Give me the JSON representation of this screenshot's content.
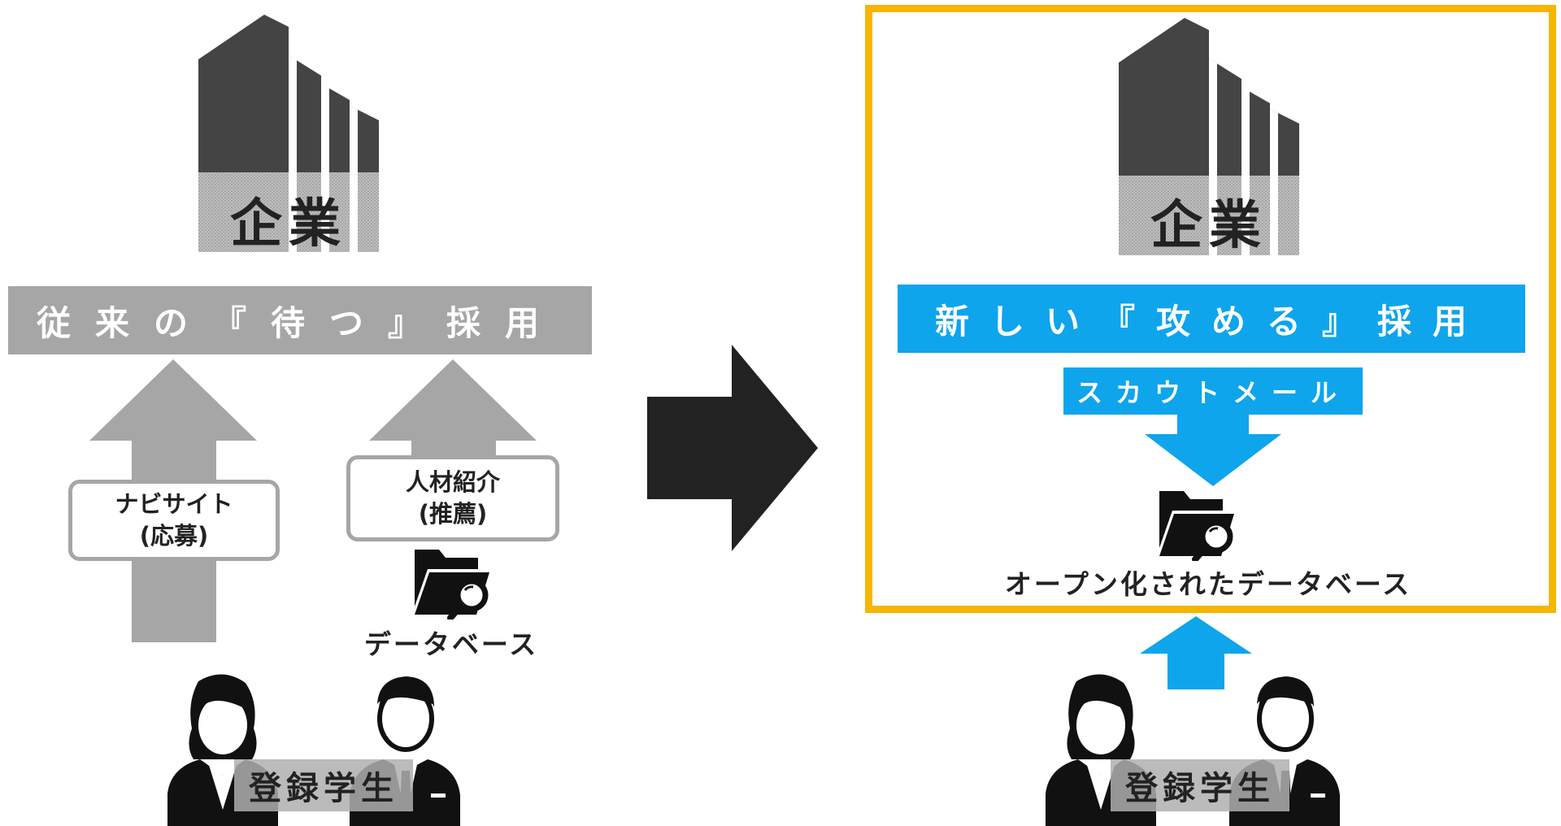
{
  "left": {
    "company_label": "企業",
    "banner": "従来の『待つ』採用",
    "channel_navi": {
      "line1": "ナビサイト",
      "line2": "(応募)"
    },
    "channel_agent": {
      "line1": "人材紹介",
      "line2": "(推薦)"
    },
    "database_label": "データベース",
    "students_label": "登録学生"
  },
  "right": {
    "company_label": "企業",
    "banner": "新しい『攻める』採用",
    "scout_label": "スカウトメール",
    "database_label": "オープン化されたデータベース",
    "students_label": "登録学生"
  },
  "colors": {
    "old_gray": "#a6a6a6",
    "new_blue": "#0ea5ec",
    "highlight": "#f7b500",
    "dark": "#222222",
    "building": "#444444"
  },
  "icons": {
    "company": "building-icon",
    "database": "folder-search-icon",
    "student_female": "female-person-icon",
    "student_male": "male-person-icon",
    "transition": "right-arrow-icon"
  }
}
